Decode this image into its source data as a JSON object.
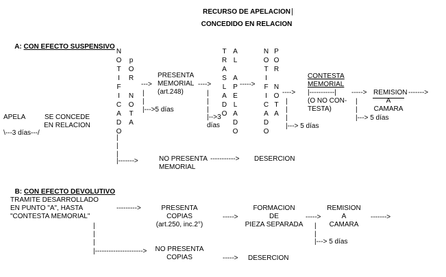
{
  "header": {
    "title_line1": "RECURSO DE APELACION",
    "title_line2": "CONCEDIDO EN RELACION"
  },
  "section_a": {
    "heading_prefix": "A: ",
    "heading": "CON EFECTO SUSPENSIVO",
    "apela": "APELA",
    "apela_days": "\\---3 días---/",
    "se_concede": "SE CONCEDE\nEN RELACION",
    "notificado_por_nota_col1": [
      "N",
      "O",
      "T",
      "I",
      "F",
      "I",
      "C",
      "A",
      "D",
      "O"
    ],
    "notificado_por_nota_col2": [
      "p",
      "O",
      "R",
      "",
      "N",
      "O",
      "T",
      "A"
    ],
    "presenta_memorial": "PRESENTA\nMEMORIAL\n(art.248)",
    "arrow_presenta": "--->",
    "arrow_after_memorial": "---->",
    "five_days_1": "|--->5 días",
    "traslado_col": [
      "T",
      "R",
      "A",
      "S",
      "L",
      "A",
      "D",
      "O"
    ],
    "apelado_col": [
      "A",
      "L",
      "",
      "A",
      "P",
      "E",
      "L",
      "A",
      "D",
      "O"
    ],
    "three_days": "|-->3\ndías",
    "notificado_col3": [
      "N",
      "O",
      "T",
      "I",
      "F",
      "I",
      "C",
      "A",
      "D",
      "O"
    ],
    "por_nota_col4": [
      "P",
      "O",
      "R",
      "",
      "N",
      "O",
      "T",
      "A"
    ],
    "contesta_memorial": "CONTESTA\nMEMORIAL",
    "contesta_detail": "|-----------|\n(O NO CON-\nTESTA)",
    "five_days_2": "|---> 5 días",
    "arrow_contesta": "---->",
    "arrow_remision": "----->",
    "remision_a_camara": "REMISION\nA\nCAMARA",
    "arrow_camara": "------->",
    "five_days_3": "|---> 5 días",
    "no_presenta": "NO PRESENTA\nMEMORIAL",
    "no_presenta_arrow": "|------->",
    "desercion_arrow": "----------->",
    "desercion": "DESERCION"
  },
  "section_b": {
    "heading_prefix": "B: ",
    "heading": "CON EFECTO DEVOLUTIVO",
    "tramite": "TRAMITE DESARROLLADO\nEN PUNTO \"A\", HASTA\n\"CONTESTA MEMORIAL\"",
    "arrow_1": "--------->",
    "presenta_copias": "PRESENTA\nCOPIAS\n(art.250, inc.2°)",
    "arrow_2": "----->",
    "formacion": "FORMACION\nDE\nPIEZA SEPARADA",
    "arrow_3": "----->",
    "remision_a_camara": "REMISION\nA\nCAMARA",
    "arrow_4": "------->",
    "five_days": "|---> 5 días",
    "no_presenta_copias": "NO PRESENTA\nCOPIAS",
    "no_presenta_arrow": "|--------------------->",
    "desercion_arrow": "----->",
    "desercion": "DESERCION"
  }
}
